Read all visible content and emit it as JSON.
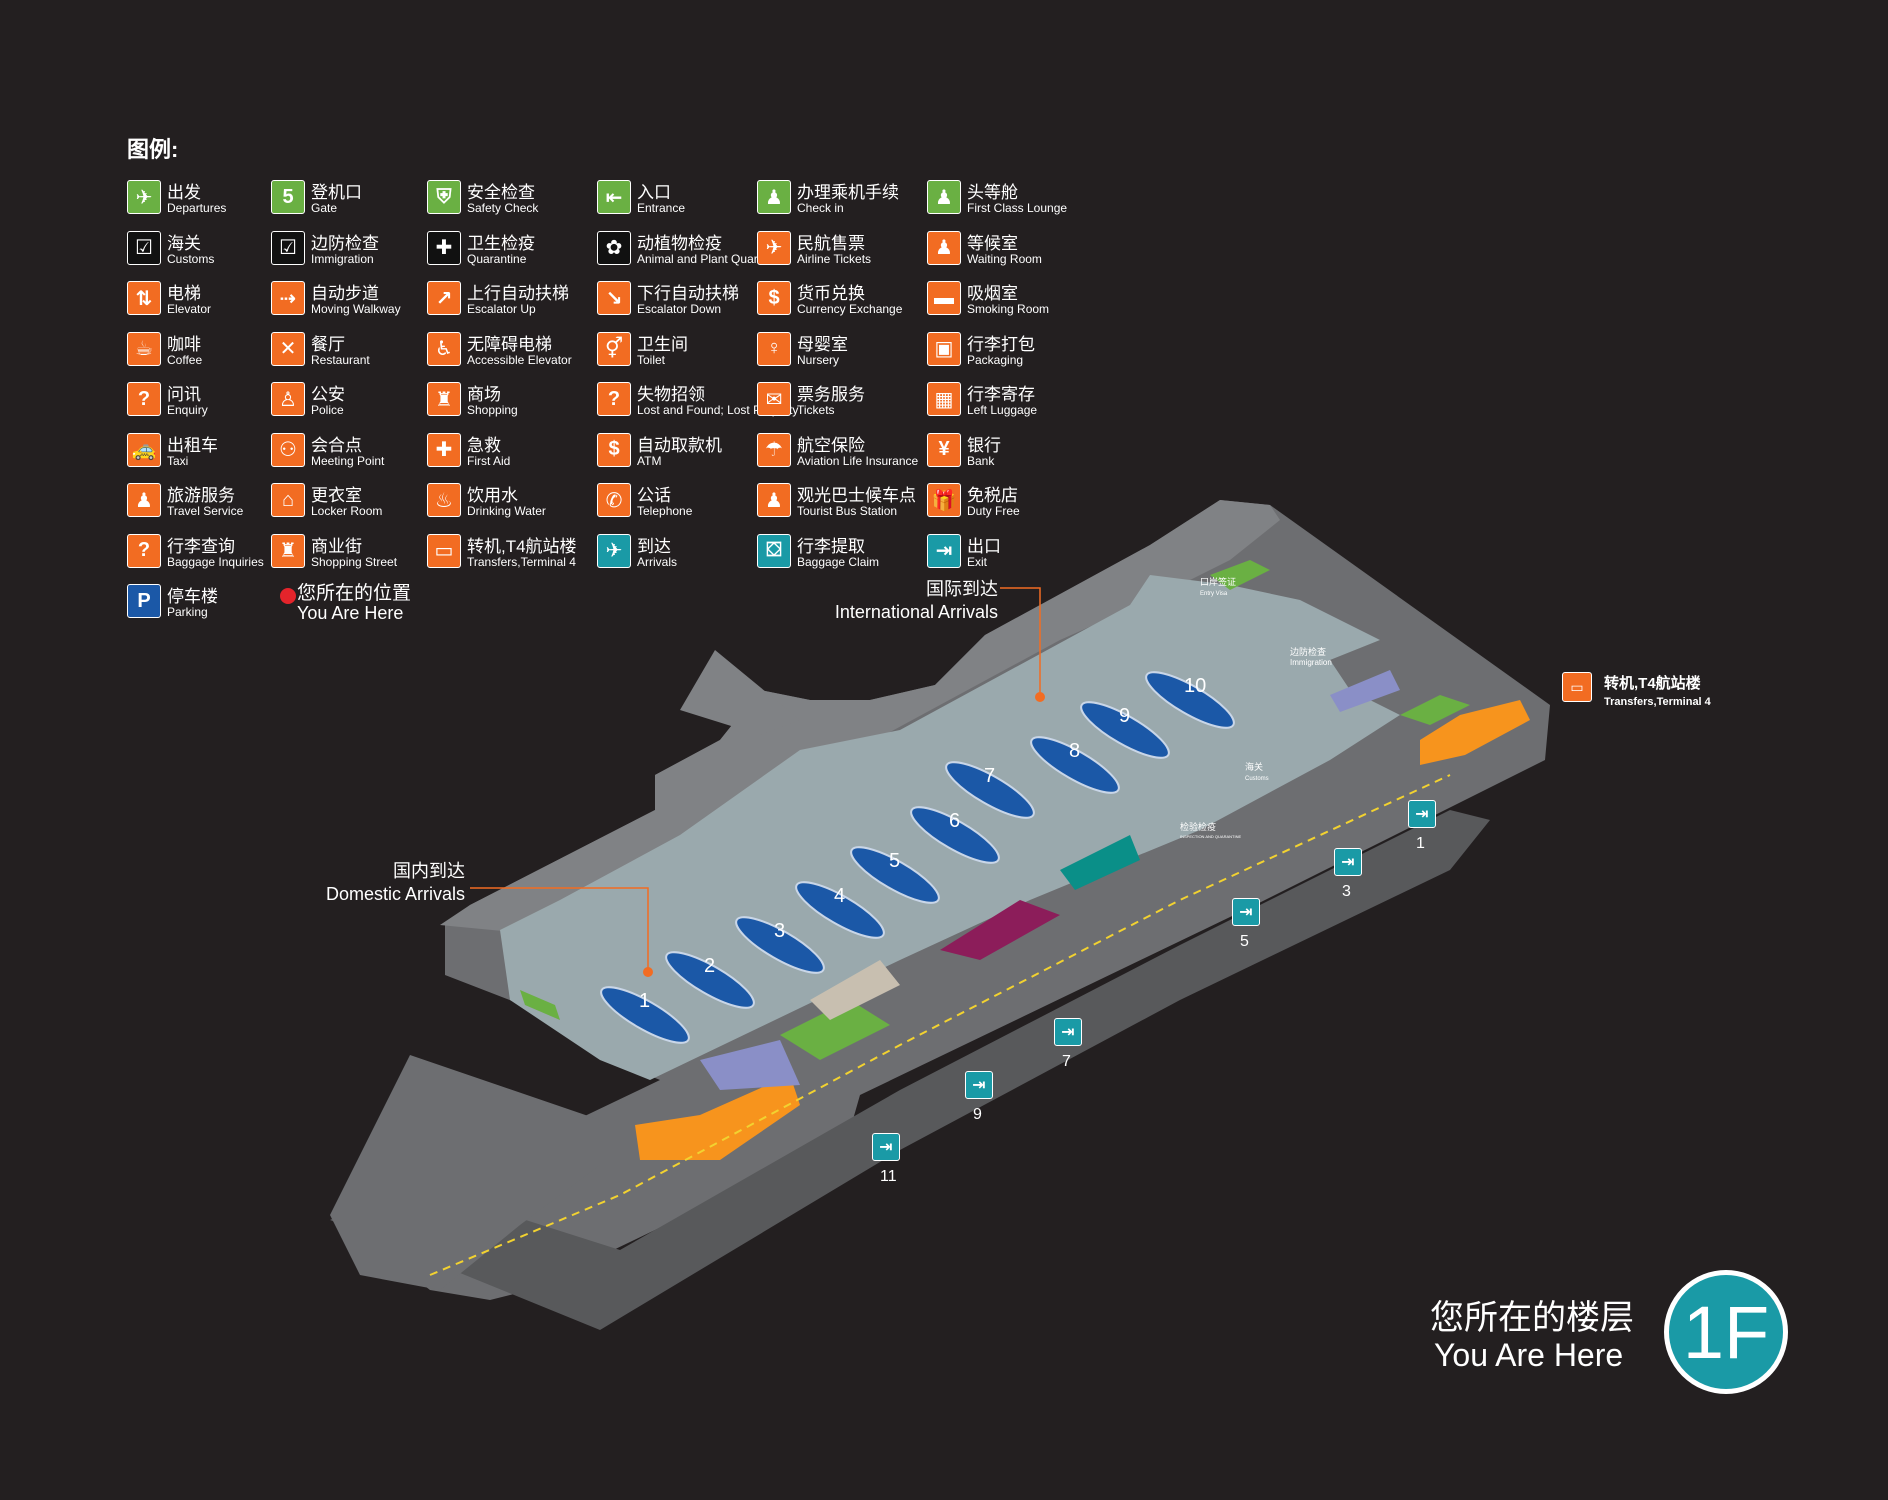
{
  "legend": {
    "title": "图例:",
    "items": [
      {
        "zh": "出发",
        "en": "Departures",
        "icon": "departures-icon",
        "color": "green",
        "glyph": "✈"
      },
      {
        "zh": "海关",
        "en": "Customs",
        "icon": "customs-icon",
        "color": "black",
        "glyph": "☑"
      },
      {
        "zh": "电梯",
        "en": "Elevator",
        "icon": "elevator-icon",
        "color": "orange",
        "glyph": "⇅"
      },
      {
        "zh": "咖啡",
        "en": "Coffee",
        "icon": "coffee-icon",
        "color": "orange",
        "glyph": "☕"
      },
      {
        "zh": "问讯",
        "en": "Enquiry",
        "icon": "enquiry-icon",
        "color": "orange",
        "glyph": "?"
      },
      {
        "zh": "出租车",
        "en": "Taxi",
        "icon": "taxi-icon",
        "color": "orange",
        "glyph": "🚕"
      },
      {
        "zh": "旅游服务",
        "en": "Travel Service",
        "icon": "travel-service-icon",
        "color": "orange",
        "glyph": "♟"
      },
      {
        "zh": "行李查询",
        "en": "Baggage Inquiries",
        "icon": "baggage-inquiries-icon",
        "color": "orange",
        "glyph": "?"
      },
      {
        "zh": "停车楼",
        "en": "Parking",
        "icon": "parking-icon",
        "color": "blue",
        "glyph": "P"
      },
      {
        "zh": "登机口",
        "en": "Gate",
        "icon": "gate-icon",
        "color": "green",
        "glyph": "5"
      },
      {
        "zh": "边防检查",
        "en": "Immigration",
        "icon": "immigration-icon",
        "color": "black",
        "glyph": "☑"
      },
      {
        "zh": "自动步道",
        "en": "Moving Walkway",
        "icon": "moving-walkway-icon",
        "color": "orange",
        "glyph": "⇢"
      },
      {
        "zh": "餐厅",
        "en": "Restaurant",
        "icon": "restaurant-icon",
        "color": "orange",
        "glyph": "✕"
      },
      {
        "zh": "公安",
        "en": "Police",
        "icon": "police-icon",
        "color": "orange",
        "glyph": "♙"
      },
      {
        "zh": "会合点",
        "en": "Meeting Point",
        "icon": "meeting-point-icon",
        "color": "orange",
        "glyph": "⚇"
      },
      {
        "zh": "更衣室",
        "en": "Locker Room",
        "icon": "locker-room-icon",
        "color": "orange",
        "glyph": "⌂"
      },
      {
        "zh": "商业街",
        "en": "Shopping Street",
        "icon": "shopping-street-icon",
        "color": "orange",
        "glyph": "♜"
      },
      {
        "zh": "安全检查",
        "en": "Safety Check",
        "icon": "safety-check-icon",
        "color": "green",
        "glyph": "⛨"
      },
      {
        "zh": "卫生检疫",
        "en": "Quarantine",
        "icon": "quarantine-icon",
        "color": "black",
        "glyph": "✚"
      },
      {
        "zh": "上行自动扶梯",
        "en": "Escalator Up",
        "icon": "escalator-up-icon",
        "color": "orange",
        "glyph": "↗"
      },
      {
        "zh": "无障碍电梯",
        "en": "Accessible Elevator",
        "icon": "accessible-elevator-icon",
        "color": "orange",
        "glyph": "♿"
      },
      {
        "zh": "商场",
        "en": "Shopping",
        "icon": "shopping-icon",
        "color": "orange",
        "glyph": "♜"
      },
      {
        "zh": "急救",
        "en": "First Aid",
        "icon": "first-aid-icon",
        "color": "orange",
        "glyph": "✚"
      },
      {
        "zh": "饮用水",
        "en": "Drinking Water",
        "icon": "drinking-water-icon",
        "color": "orange",
        "glyph": "♨"
      },
      {
        "zh": "转机,T4航站楼",
        "en": "Transfers,Terminal 4",
        "icon": "transfer-bus-icon",
        "color": "orange",
        "glyph": "▭"
      },
      {
        "zh": "入口",
        "en": "Entrance",
        "icon": "entrance-icon",
        "color": "green",
        "glyph": "⇤"
      },
      {
        "zh": "动植物检疫",
        "en": "Animal and Plant Quarantine",
        "icon": "animal-plant-quarantine-icon",
        "color": "black",
        "glyph": "✿"
      },
      {
        "zh": "下行自动扶梯",
        "en": "Escalator Down",
        "icon": "escalator-down-icon",
        "color": "orange",
        "glyph": "↘"
      },
      {
        "zh": "卫生间",
        "en": "Toilet",
        "icon": "toilet-icon",
        "color": "orange",
        "glyph": "⚥"
      },
      {
        "zh": "失物招领",
        "en": "Lost and Found; Lost Property",
        "icon": "lost-found-icon",
        "color": "orange",
        "glyph": "?"
      },
      {
        "zh": "自动取款机",
        "en": "ATM",
        "icon": "atm-icon",
        "color": "orange",
        "glyph": "$"
      },
      {
        "zh": "公话",
        "en": "Telephone",
        "icon": "telephone-icon",
        "color": "orange",
        "glyph": "✆"
      },
      {
        "zh": "到达",
        "en": "Arrivals",
        "icon": "arrivals-icon",
        "color": "teal",
        "glyph": "✈"
      },
      {
        "zh": "办理乘机手续",
        "en": "Check in",
        "icon": "check-in-icon",
        "color": "green",
        "glyph": "♟"
      },
      {
        "zh": "民航售票",
        "en": "Airline Tickets",
        "icon": "airline-tickets-icon",
        "color": "orange",
        "glyph": "✈"
      },
      {
        "zh": "货币兑换",
        "en": "Currency Exchange",
        "icon": "currency-exchange-icon",
        "color": "orange",
        "glyph": "$"
      },
      {
        "zh": "母婴室",
        "en": "Nursery",
        "icon": "nursery-icon",
        "color": "orange",
        "glyph": "♀"
      },
      {
        "zh": "票务服务",
        "en": "Tickets",
        "icon": "tickets-icon",
        "color": "orange",
        "glyph": "✉"
      },
      {
        "zh": "航空保险",
        "en": "Aviation Life Insurance",
        "icon": "aviation-insurance-icon",
        "color": "orange",
        "glyph": "☂"
      },
      {
        "zh": "观光巴士候车点",
        "en": "Tourist Bus Station",
        "icon": "tourist-bus-icon",
        "color": "orange",
        "glyph": "♟"
      },
      {
        "zh": "行李提取",
        "en": "Baggage Claim",
        "icon": "baggage-claim-icon",
        "color": "teal",
        "glyph": "⛋"
      },
      {
        "zh": "头等舱",
        "en": "First Class Lounge",
        "icon": "first-class-lounge-icon",
        "color": "green",
        "glyph": "♟"
      },
      {
        "zh": "等候室",
        "en": "Waiting Room",
        "icon": "waiting-room-icon",
        "color": "orange",
        "glyph": "♟"
      },
      {
        "zh": "吸烟室",
        "en": "Smoking Room",
        "icon": "smoking-room-icon",
        "color": "orange",
        "glyph": "▬"
      },
      {
        "zh": "行李打包",
        "en": "Packaging",
        "icon": "packaging-icon",
        "color": "orange",
        "glyph": "▣"
      },
      {
        "zh": "行李寄存",
        "en": "Left Luggage",
        "icon": "left-luggage-icon",
        "color": "orange",
        "glyph": "▦"
      },
      {
        "zh": "银行",
        "en": "Bank",
        "icon": "bank-icon",
        "color": "orange",
        "glyph": "¥"
      },
      {
        "zh": "免税店",
        "en": "Duty Free",
        "icon": "duty-free-icon",
        "color": "orange",
        "glyph": "🎁"
      },
      {
        "zh": "出口",
        "en": "Exit",
        "icon": "exit-icon",
        "color": "teal",
        "glyph": "⇥"
      }
    ],
    "you_are_here_zh": "您所在的位置",
    "you_are_here_en": "You Are Here"
  },
  "callouts": {
    "international_zh": "国际到达",
    "international_en": "International Arrivals",
    "domestic_zh": "国内到达",
    "domestic_en": "Domestic Arrivals"
  },
  "map_labels": {
    "entry_visa_zh": "口岸签证",
    "entry_visa_en": "Entry Visa",
    "immigration_zh": "边防检查",
    "immigration_en": "Immigration",
    "customs_zh": "海关",
    "customs_en": "Customs",
    "inspection_zh": "检验检疫",
    "inspection_en": "INSPECTION AND QUARANTINE",
    "transfers_zh": "转机,T4航站楼",
    "transfers_en": "Transfers,Terminal 4"
  },
  "baggage_carousels": [
    "1",
    "2",
    "3",
    "4",
    "5",
    "6",
    "7",
    "8",
    "9",
    "10"
  ],
  "exits": [
    "1",
    "3",
    "5",
    "7",
    "9",
    "11"
  ],
  "floor": {
    "zh": "您所在的楼层",
    "en": "You Are Here",
    "level": "1F"
  },
  "colors": {
    "background": "#231f20",
    "floor": "#9aa9ad",
    "wall": "#6d6e71",
    "carousel": "#1b58a7",
    "orange": "#f26c22",
    "teal": "#1a9aa6",
    "green": "#6ab043",
    "you_are_here": "#e4242b"
  }
}
